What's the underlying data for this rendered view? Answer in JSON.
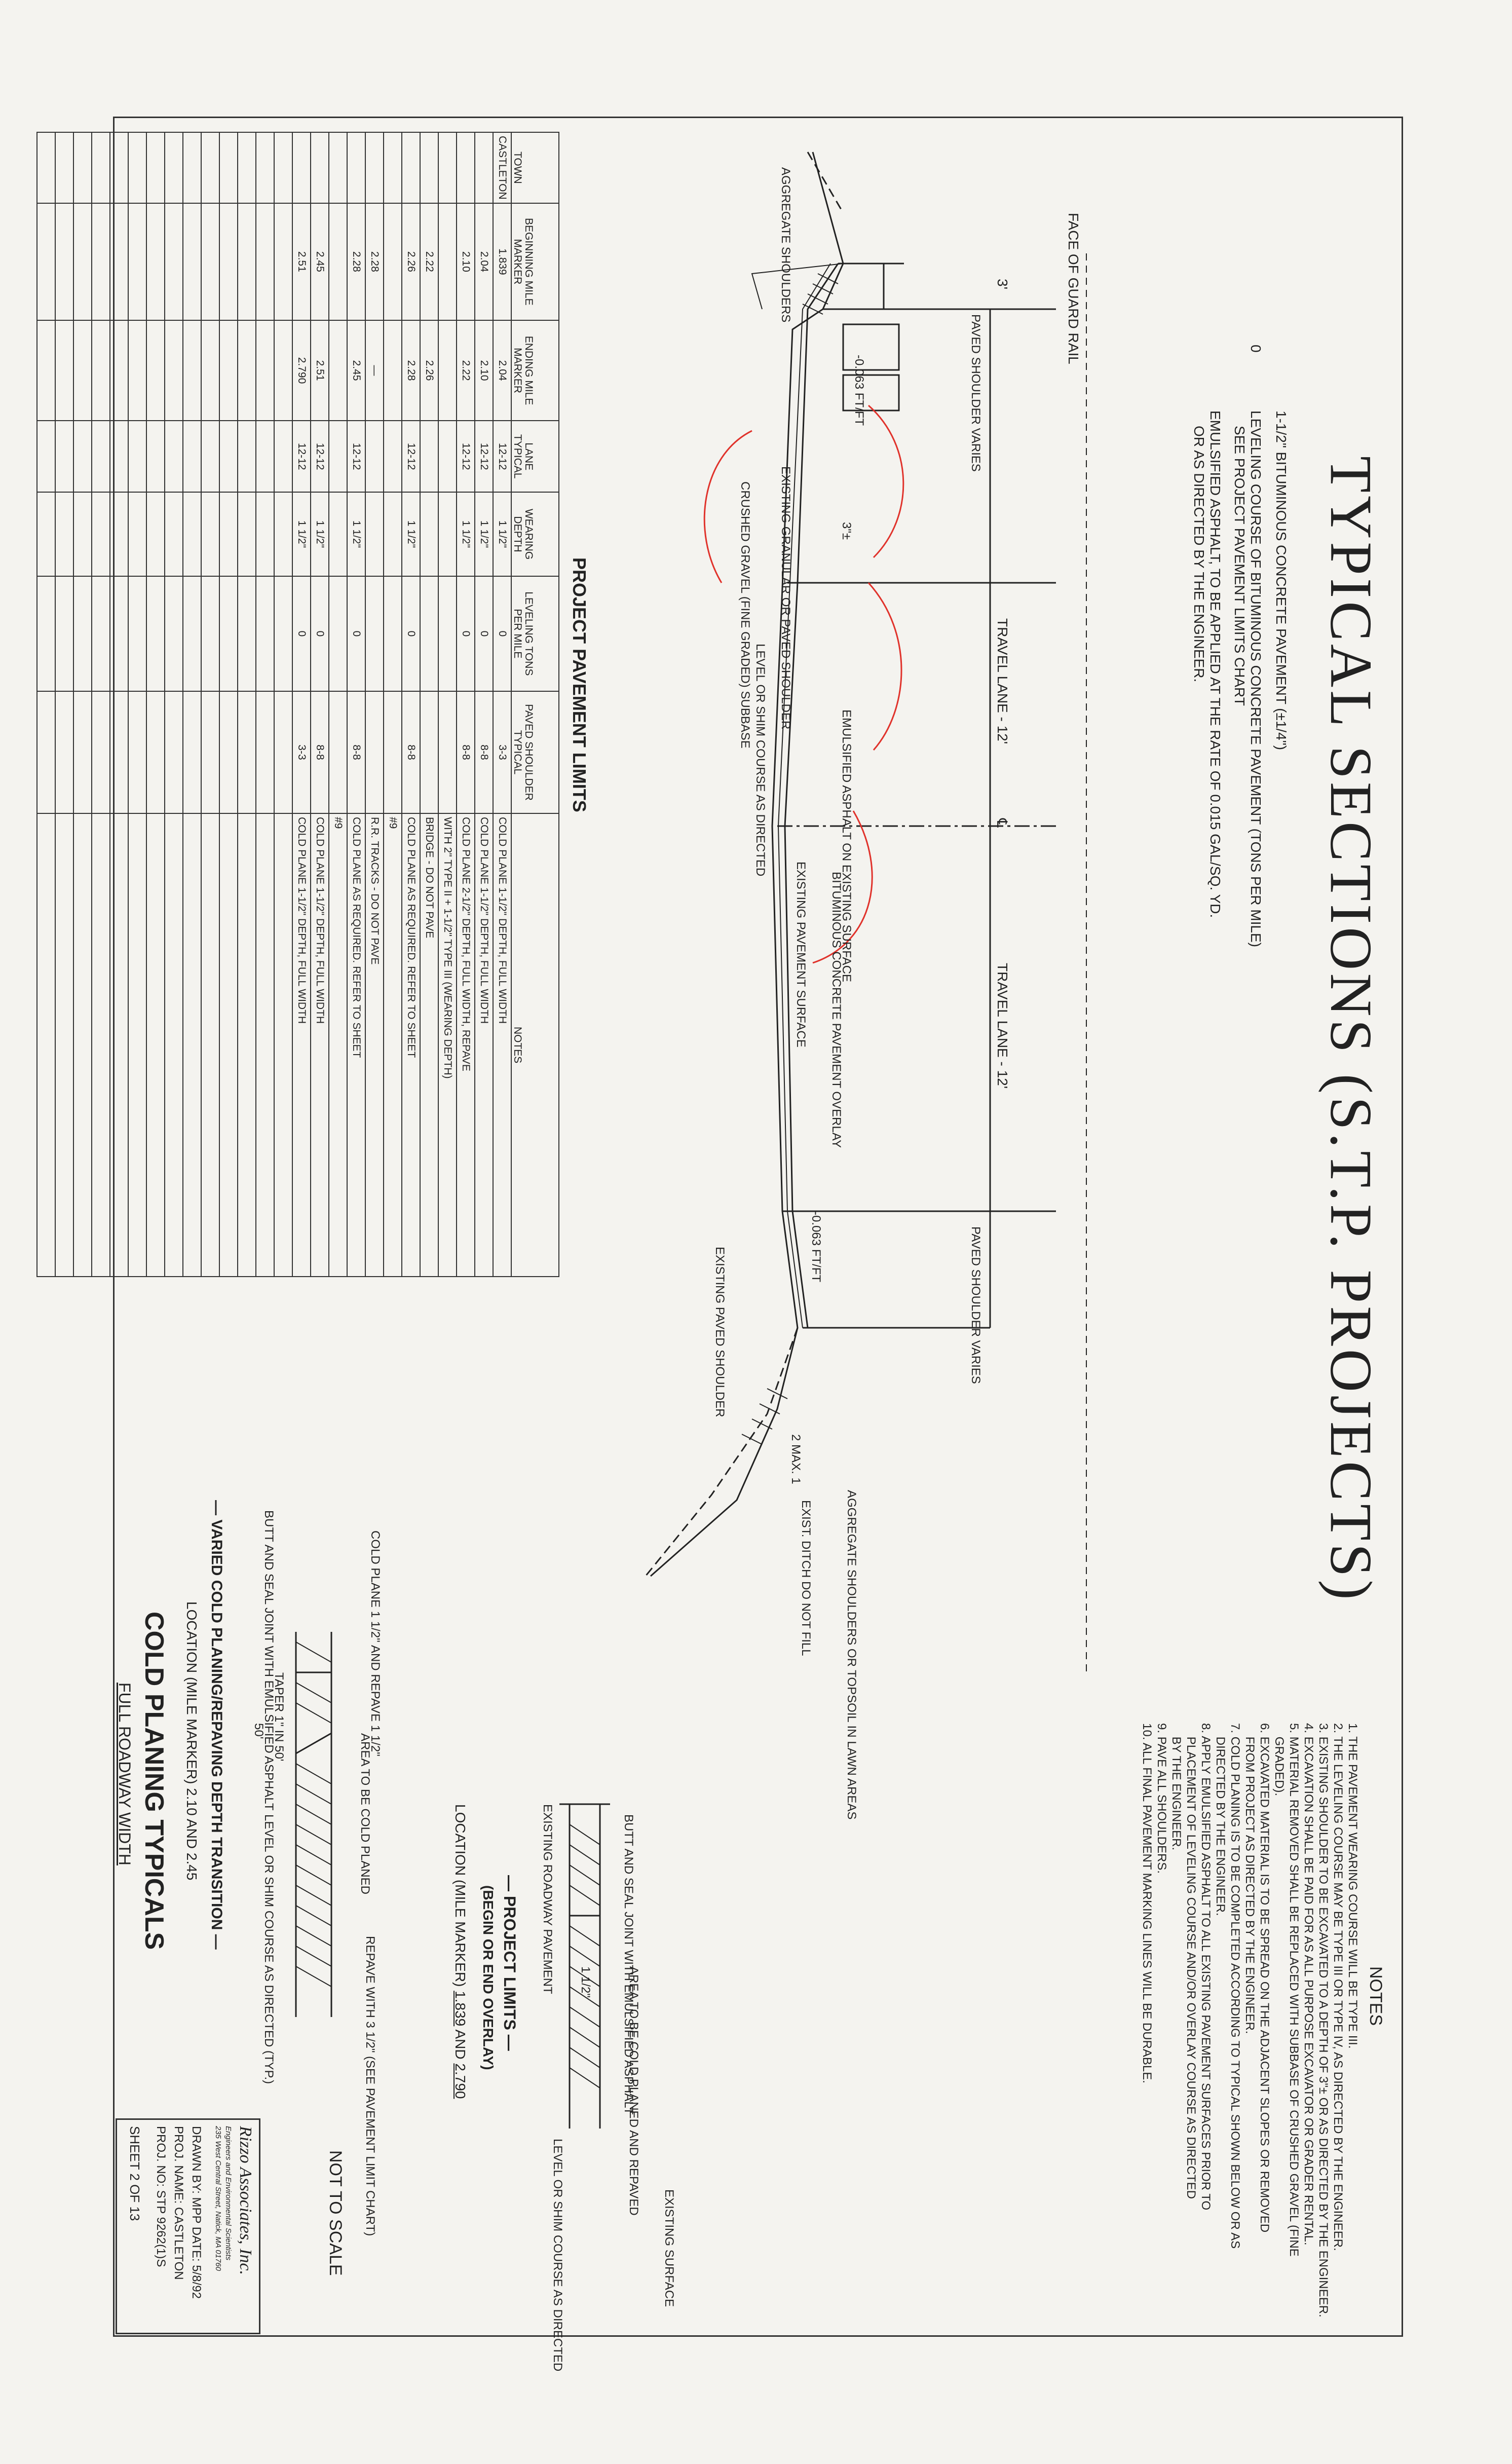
{
  "title": "TYPICAL SECTIONS (S.T.P. PROJECTS)",
  "legend": [
    {
      "symbol": "",
      "text": "1-1/2\" BITUMINOUS CONCRETE PAVEMENT (±1/4\")"
    },
    {
      "symbol": "0",
      "text": "LEVELING COURSE OF BITUMINOUS CONCRETE PAVEMENT (TONS PER MILE)"
    },
    {
      "symbol": "",
      "text": "SEE PROJECT PAVEMENT LIMITS CHART"
    },
    {
      "symbol": "",
      "text": "EMULSIFIED ASPHALT, TO BE APPLIED AT THE RATE OF 0.015 GAL/SQ. YD."
    },
    {
      "symbol": "",
      "text": "OR AS DIRECTED BY THE ENGINEER."
    }
  ],
  "notes": {
    "heading": "NOTES",
    "items": [
      "1. THE PAVEMENT WEARING COURSE WILL BE TYPE III.",
      "2. THE LEVELING COURSE MAY BE TYPE III OR TYPE IV, AS DIRECTED BY THE ENGINEER.",
      "3. EXISTING SHOULDER TO BE EXCAVATED TO A DEPTH OF 3\"± OR AS DIRECTED BY THE ENGINEER.",
      "4. EXCAVATION SHALL BE PAID FOR AS ALL PURPOSE EXCAVATOR OR GRADER RENTAL.",
      "5. MATERIAL REMOVED SHALL BE REPLACED WITH SUBBASE OF CRUSHED GRAVEL (FINE",
      "    GRADED).",
      "6. EXCAVATED MATERIAL IS TO BE SPREAD ON THE ADJACENT SLOPES OR REMOVED",
      "    FROM PROJECT AS DIRECTED BY THE ENGINEER.",
      "7. COLD PLANING IS TO BE COMPLETED ACCORDING TO TYPICAL SHOWN BELOW OR AS",
      "    DIRECTED BY THE ENGINEER.",
      "8. APPLY EMULSIFIED ASPHALT TO ALL EXISTING PAVEMENT SURFACES PRIOR TO",
      "    PLACEMENT OF LEVELING COURSE AND/OR OVERLAY COURSE AS DIRECTED",
      "    BY THE ENGINEER.",
      "9. PAVE ALL SHOULDERS.",
      "10. ALL FINAL PAVEMENT MARKING LINES WILL BE DURABLE."
    ]
  },
  "section_labels": {
    "guard_rail": "FACE OF GUARD RAIL",
    "dim_3": "3'",
    "paved_shoulder_left": "PAVED SHOULDER VARIES",
    "travel_lane_left": "TRAVEL LANE - 12'",
    "centerline": "℄",
    "travel_lane_right": "TRAVEL LANE - 12'",
    "paved_shoulder_right": "PAVED SHOULDER VARIES",
    "slope_left": "-0.063 FT/FT",
    "slope_right": "-0.063 FT/FT",
    "depth": "3\"±",
    "aggregate_left": "AGGREGATE SHOULDERS",
    "existing_granular": "EXISTING GRANULAR OR PAVED SHOULDER",
    "crushed_gravel": "CRUSHED GRAVEL (FINE GRADED) SUBBASE",
    "level_shim": "LEVEL OR SHIM COURSE AS DIRECTED",
    "emulsified": "EMULSIFIED ASPHALT ON EXISTING SURFACE",
    "bituminous_overlay": "BITUMINOUS CONCRETE PAVEMENT OVERLAY",
    "existing_pavement": "EXISTING PAVEMENT SURFACE",
    "existing_paved_shoulder": "EXISTING PAVED SHOULDER",
    "ratio": "2 MAX. 1",
    "aggregate_right": "AGGREGATE SHOULDERS OR TOPSOIL IN LAWN AREAS",
    "ditch": "EXIST. DITCH DO NOT FILL"
  },
  "table": {
    "title": "PROJECT PAVEMENT LIMITS",
    "headers": [
      "TOWN",
      "BEGINNING MILE MARKER",
      "ENDING MILE MARKER",
      "LANE TYPICAL",
      "WEARING DEPTH",
      "LEVELING TONS PER MILE",
      "PAVED SHOULDER TYPICAL",
      "NOTES"
    ],
    "rows": [
      [
        "CASTLETON",
        "1.839",
        "2.04",
        "12-12",
        "1 1/2\"",
        "0",
        "3-3",
        "COLD PLANE 1-1/2\" DEPTH, FULL WIDTH"
      ],
      [
        "",
        "2.04",
        "2.10",
        "12-12",
        "1 1/2\"",
        "0",
        "8-8",
        "COLD PLANE 1-1/2\" DEPTH, FULL WIDTH"
      ],
      [
        "",
        "2.10",
        "2.22",
        "12-12",
        "1 1/2\"",
        "0",
        "8-8",
        "COLD PLANE 2-1/2\" DEPTH, FULL WIDTH, REPAVE"
      ],
      [
        "",
        "",
        "",
        "",
        "",
        "",
        "",
        "WITH 2\" TYPE II + 1-1/2\" TYPE III (WEARING DEPTH)"
      ],
      [
        "",
        "2.22",
        "2.26",
        "",
        "",
        "",
        "",
        "BRIDGE - DO NOT PAVE"
      ],
      [
        "",
        "2.26",
        "2.28",
        "12-12",
        "1 1/2\"",
        "0",
        "8-8",
        "COLD PLANE AS REQUIRED. REFER TO SHEET"
      ],
      [
        "",
        "",
        "",
        "",
        "",
        "",
        "",
        "#9"
      ],
      [
        "",
        "2.28",
        "—",
        "",
        "",
        "",
        "",
        "R.R. TRACKS - DO NOT PAVE"
      ],
      [
        "",
        "2.28",
        "2.45",
        "12-12",
        "1 1/2\"",
        "0",
        "8-8",
        "COLD PLANE AS REQUIRED. REFER TO SHEET"
      ],
      [
        "",
        "",
        "",
        "",
        "",
        "",
        "",
        "#9"
      ],
      [
        "",
        "2.45",
        "2.51",
        "12-12",
        "1 1/2\"",
        "0",
        "8-8",
        "COLD PLANE 1-1/2\" DEPTH, FULL WIDTH"
      ],
      [
        "",
        "2.51",
        "2.790",
        "12-12",
        "1 1/2\"",
        "0",
        "3-3",
        "COLD PLANE 1-1/2\" DEPTH, FULL WIDTH"
      ],
      [
        "",
        "",
        "",
        "",
        "",
        "",
        "",
        ""
      ],
      [
        "",
        "",
        "",
        "",
        "",
        "",
        "",
        ""
      ],
      [
        "",
        "",
        "",
        "",
        "",
        "",
        "",
        ""
      ],
      [
        "",
        "",
        "",
        "",
        "",
        "",
        "",
        ""
      ],
      [
        "",
        "",
        "",
        "",
        "",
        "",
        "",
        ""
      ],
      [
        "",
        "",
        "",
        "",
        "",
        "",
        "",
        ""
      ],
      [
        "",
        "",
        "",
        "",
        "",
        "",
        "",
        ""
      ],
      [
        "",
        "",
        "",
        "",
        "",
        "",
        "",
        ""
      ],
      [
        "",
        "",
        "",
        "",
        "",
        "",
        "",
        ""
      ],
      [
        "",
        "",
        "",
        "",
        "",
        "",
        "",
        ""
      ],
      [
        "",
        "",
        "",
        "",
        "",
        "",
        "",
        ""
      ],
      [
        "",
        "",
        "",
        "",
        "",
        "",
        "",
        ""
      ],
      [
        "",
        "",
        "",
        "",
        "",
        "",
        "",
        ""
      ],
      [
        "",
        "",
        "",
        "",
        "",
        "",
        "",
        ""
      ]
    ]
  },
  "project_limits": {
    "butt_seal": "BUTT AND SEAL JOINT WITH EMULSIFIED ASPHALT",
    "area_planed": "AREA TO BE COLD PLANED AND REPAVED",
    "existing_surface": "EXISTING SURFACE",
    "existing_roadway": "EXISTING ROADWAY PAVEMENT",
    "depth": "1 1/2\"",
    "level_shim": "LEVEL OR SHIM COURSE AS DIRECTED",
    "title": "— PROJECT LIMITS —",
    "subtitle": "(BEGIN OR END OVERLAY)",
    "location_prefix": "LOCATION (MILE MARKER)",
    "loc_a": "1.839",
    "loc_and": "AND",
    "loc_b": "2.790"
  },
  "transition": {
    "cold_plane": "COLD PLANE 1 1/2\" AND REPAVE 1 1/2\"",
    "area_planed": "AREA TO BE COLD PLANED",
    "repave": "REPAVE WITH 3 1/2\" (SEE PAVEMENT LIMIT CHART)",
    "butt_seal": "BUTT AND SEAL JOINT WITH EMULSIFIED ASPHALT",
    "taper": "TAPER 1\" IN 50'",
    "dim_50": "50'",
    "level_shim": "LEVEL OR SHIM COURSE AS DIRECTED (TYP.)",
    "title": "— VARIED COLD PLANING/REPAVING DEPTH TRANSITION —",
    "location": "LOCATION (MILE MARKER) 2.10 AND 2.45"
  },
  "drawing_title": "COLD PLANING TYPICALS",
  "drawing_subtitle": "FULL ROADWAY WIDTH",
  "not_to_scale": "NOT TO SCALE",
  "title_block": {
    "company": "Rizzo Associates, Inc.",
    "company_line1": "Engineers and Environmental Scientists",
    "company_line2": "235 West Central Street, Natick, MA 01760",
    "drawn_by": "DRAWN BY: MPP  DATE: 5/8/92",
    "proj_name": "PROJ. NAME: CASTLETON",
    "proj_no": "PROJ. NO: STP 9262(1)S",
    "sheet": "SHEET  2  OF  13"
  },
  "colors": {
    "ink": "#222222",
    "markup": "#e0322b",
    "paper": "#f4f3ef"
  }
}
